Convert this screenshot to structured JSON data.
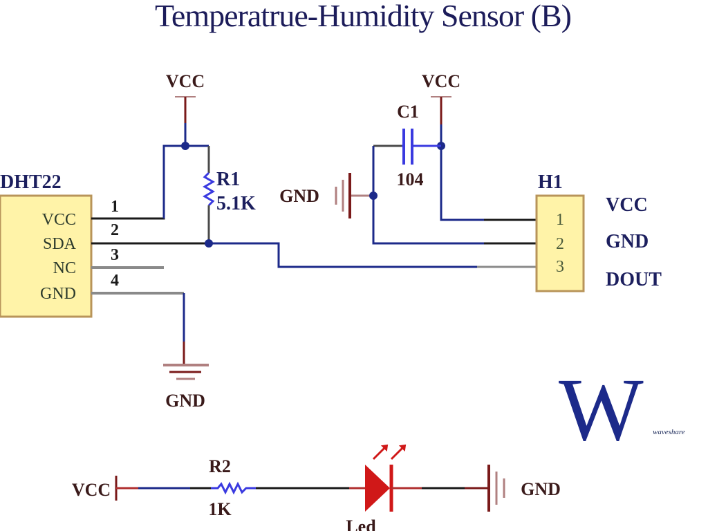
{
  "title": "Temperatrue-Humidity Sensor (B)",
  "colors": {
    "wire_blue": "#1c2a8a",
    "wire_dark": "#1a1a1a",
    "wire_gray": "#8a8a8a",
    "power_red": "#7a1a1a",
    "component_blue": "#3a3ae0",
    "ic_fill": "#fff3a8",
    "ic_border": "#b8945a",
    "led_red": "#d01818"
  },
  "sensor": {
    "ref": "DHT22",
    "pins": [
      {
        "num": "1",
        "name": "VCC"
      },
      {
        "num": "2",
        "name": "SDA"
      },
      {
        "num": "3",
        "name": "NC"
      },
      {
        "num": "4",
        "name": "GND"
      }
    ]
  },
  "r1": {
    "ref": "R1",
    "value": "5.1K"
  },
  "c1": {
    "ref": "C1",
    "value": "104"
  },
  "header": {
    "ref": "H1",
    "pins": [
      {
        "num": "1",
        "name": "VCC"
      },
      {
        "num": "2",
        "name": "GND"
      },
      {
        "num": "3",
        "name": "DOUT"
      }
    ]
  },
  "power": {
    "vcc_r1": "VCC",
    "vcc_c1": "VCC",
    "gnd_c1": "GND",
    "gnd_sensor": "GND",
    "vcc_led": "VCC",
    "gnd_led": "GND"
  },
  "r2": {
    "ref": "R2",
    "value": "1K"
  },
  "led": {
    "ref": "Led"
  },
  "logo": {
    "letter": "W",
    "subtitle": "waveshare"
  }
}
